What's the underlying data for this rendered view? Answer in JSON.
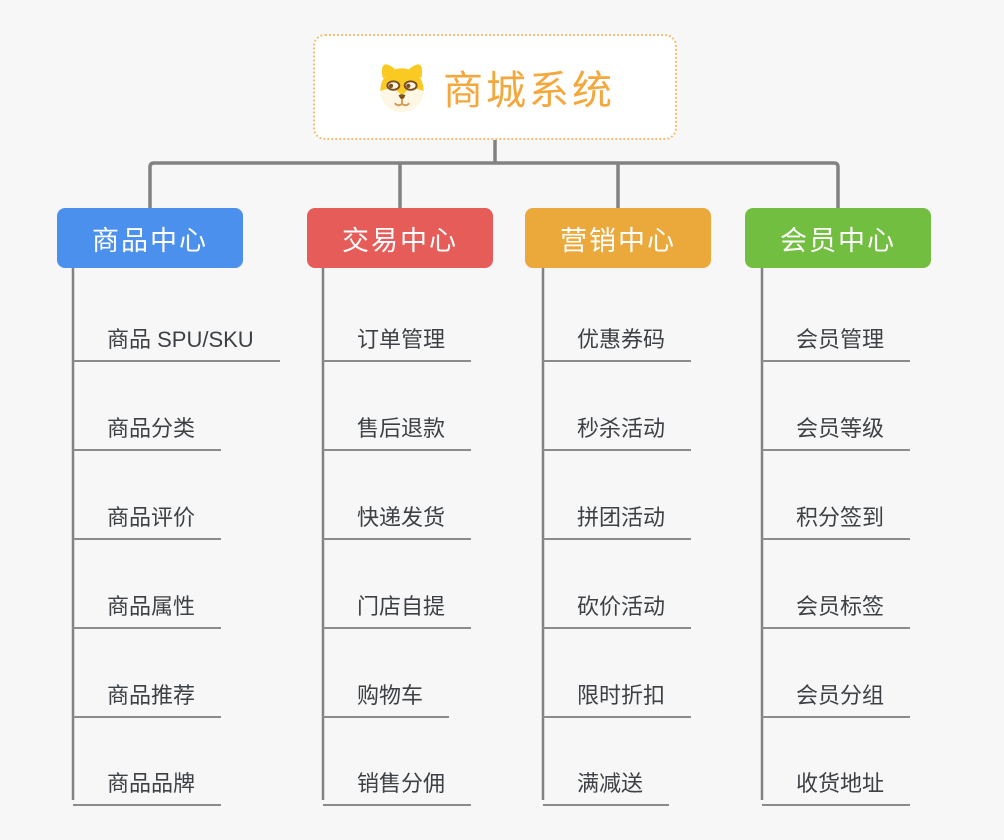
{
  "root": {
    "title": "商城系统",
    "icon": "shiba-dog-icon",
    "title_color": "#f3a73c",
    "border_color": "#f2bf72"
  },
  "colors": {
    "background": "#f7f7f7",
    "connector": "#828282",
    "leaf_underline": "#8c8c8c",
    "leaf_text": "#3d4145"
  },
  "branches": [
    {
      "label": "商品中心",
      "color": "#4b90ec",
      "children": [
        "商品 SPU/SKU",
        "商品分类",
        "商品评价",
        "商品属性",
        "商品推荐",
        "商品品牌"
      ]
    },
    {
      "label": "交易中心",
      "color": "#e65c59",
      "children": [
        "订单管理",
        "售后退款",
        "快递发货",
        "门店自提",
        "购物车",
        "销售分佣"
      ]
    },
    {
      "label": "营销中心",
      "color": "#eba93b",
      "children": [
        "优惠券码",
        "秒杀活动",
        "拼团活动",
        "砍价活动",
        "限时折扣",
        "满减送"
      ]
    },
    {
      "label": "会员中心",
      "color": "#72be41",
      "children": [
        "会员管理",
        "会员等级",
        "积分签到",
        "会员标签",
        "会员分组",
        "收货地址"
      ]
    }
  ]
}
